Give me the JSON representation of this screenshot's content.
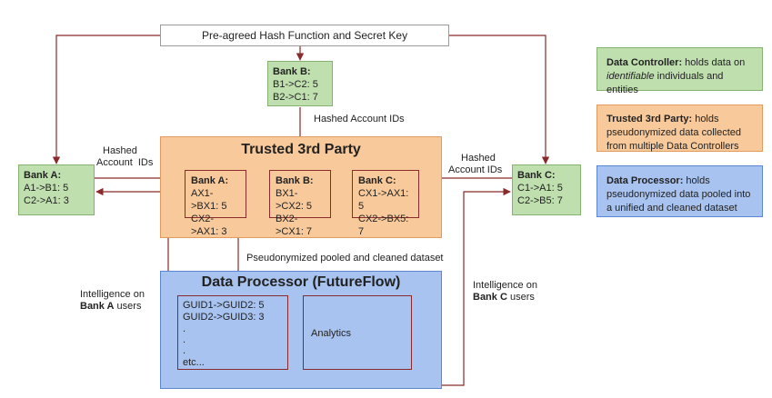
{
  "hash_box": {
    "label": "Pre-agreed Hash Function and Secret Key"
  },
  "bank_b_top": {
    "title": "Bank B:",
    "rows": [
      "B1->C2: 5",
      "B2->C1: 7"
    ]
  },
  "bank_a": {
    "title": "Bank A:",
    "rows": [
      "A1->B1: 5",
      "C2->A1: 3"
    ]
  },
  "bank_c": {
    "title": "Bank C:",
    "rows": [
      "C1->A1: 5",
      "C2->B5: 7"
    ]
  },
  "trusted_party": {
    "title": "Trusted 3rd Party",
    "banks": [
      {
        "title": "Bank A:",
        "rows": [
          "AX1->BX1: 5",
          "CX2->AX1: 3"
        ]
      },
      {
        "title": "Bank B:",
        "rows": [
          "BX1->CX2: 5",
          "BX2->CX1: 7"
        ]
      },
      {
        "title": "Bank C:",
        "rows": [
          "CX1->AX1: 5",
          "CX2->BX5: 7"
        ]
      }
    ]
  },
  "data_processor": {
    "title": "Data Processor (FutureFlow)",
    "dataset_rows": [
      "GUID1->GUID2: 5",
      "GUID2->GUID3: 3",
      ".",
      ".",
      ".",
      "etc..."
    ],
    "analytics_label": "Analytics"
  },
  "labels": {
    "hashed_ids_top": "Hashed Account IDs",
    "hashed_left_1": "Hashed",
    "hashed_left_2": "Account  IDs",
    "hashed_right_1": "Hashed",
    "hashed_right_2": "Account IDs",
    "pooled": "Pseudonymized pooled and cleaned dataset",
    "intel_a_1": "Intelligence on",
    "intel_a_bold": "Bank A",
    "intel_a_rest": " users",
    "intel_c_1": "Intelligence on",
    "intel_c_bold": "Bank C",
    "intel_c_rest": " users"
  },
  "legend": [
    {
      "bold": "Data Controller:",
      "text": " holds data on ",
      "italic": "identifiable",
      "text2": " individuals and entities"
    },
    {
      "bold": "Trusted 3rd Party:",
      "text": " holds pseudonymized data collected from multiple Data Controllers"
    },
    {
      "bold": "Data Processor:",
      "text": " holds pseudonymized data pooled into a unified and cleaned dataset"
    }
  ],
  "colors": {
    "controller": "#bfe0ae",
    "trusted": "#f8c99a",
    "processor": "#a8c3ef",
    "arrow": "#8a2a2a"
  }
}
